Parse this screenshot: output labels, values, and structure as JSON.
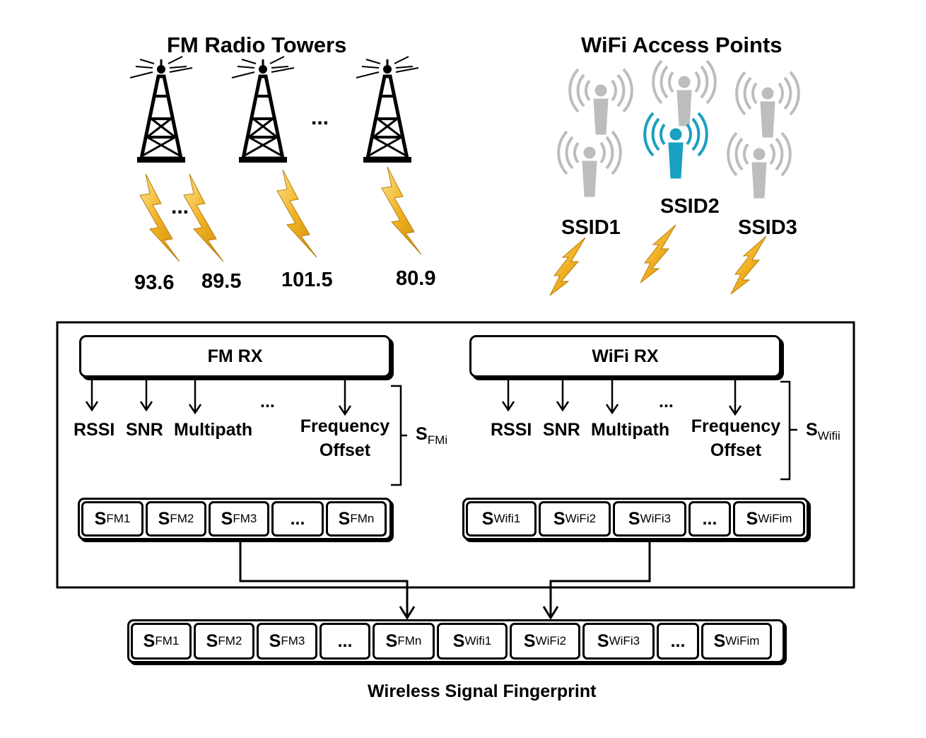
{
  "fm": {
    "title": "FM Radio Towers",
    "tower_dots": "...",
    "bolt_dots": "...",
    "frequencies": [
      "93.6",
      "89.5",
      "101.5",
      "80.9"
    ]
  },
  "wifi": {
    "title": "WiFi Access Points",
    "ssids": [
      "SSID1",
      "SSID2",
      "SSID3"
    ]
  },
  "fm_rx": {
    "label": "FM RX",
    "metrics": [
      "RSSI",
      "SNR",
      "Multipath"
    ],
    "dots": "...",
    "freq_line1": "Frequency",
    "freq_line2": "Offset",
    "brace_main": "S",
    "brace_sub": "FMi",
    "cells": [
      {
        "main": "S",
        "sub": "FM1"
      },
      {
        "main": "S",
        "sub": "FM2"
      },
      {
        "main": "S",
        "sub": "FM3"
      },
      {
        "main": "...",
        "sub": ""
      },
      {
        "main": "S",
        "sub": "FMn"
      }
    ]
  },
  "wifi_rx": {
    "label": "WiFi RX",
    "metrics": [
      "RSSI",
      "SNR",
      "Multipath"
    ],
    "dots": "...",
    "freq_line1": "Frequency",
    "freq_line2": "Offset",
    "brace_main": "S",
    "brace_sub": "Wifii",
    "cells": [
      {
        "main": "S",
        "sub": "Wifi1"
      },
      {
        "main": "S",
        "sub": "WiFi2"
      },
      {
        "main": "S",
        "sub": "WiFi3"
      },
      {
        "main": "...",
        "sub": ""
      },
      {
        "main": "S",
        "sub": "WiFim"
      }
    ]
  },
  "fingerprint": {
    "label": "Wireless Signal Fingerprint",
    "cells": [
      {
        "main": "S",
        "sub": "FM1"
      },
      {
        "main": "S",
        "sub": "FM2"
      },
      {
        "main": "S",
        "sub": "FM3"
      },
      {
        "main": "...",
        "sub": ""
      },
      {
        "main": "S",
        "sub": "FMn"
      },
      {
        "main": "S",
        "sub": "Wifi1"
      },
      {
        "main": "S",
        "sub": "WiFi2"
      },
      {
        "main": "S",
        "sub": "WiFi3"
      },
      {
        "main": "...",
        "sub": ""
      },
      {
        "main": "S",
        "sub": "WiFim"
      }
    ]
  },
  "icons": [
    "radio-tower-icon",
    "lightning-bolt-icon",
    "wifi-access-point-icon"
  ],
  "colors": {
    "bolt_gold": "#f0b020",
    "wifi_teal": "#1aa0c0",
    "wifi_grey": "#b8b8b8"
  }
}
